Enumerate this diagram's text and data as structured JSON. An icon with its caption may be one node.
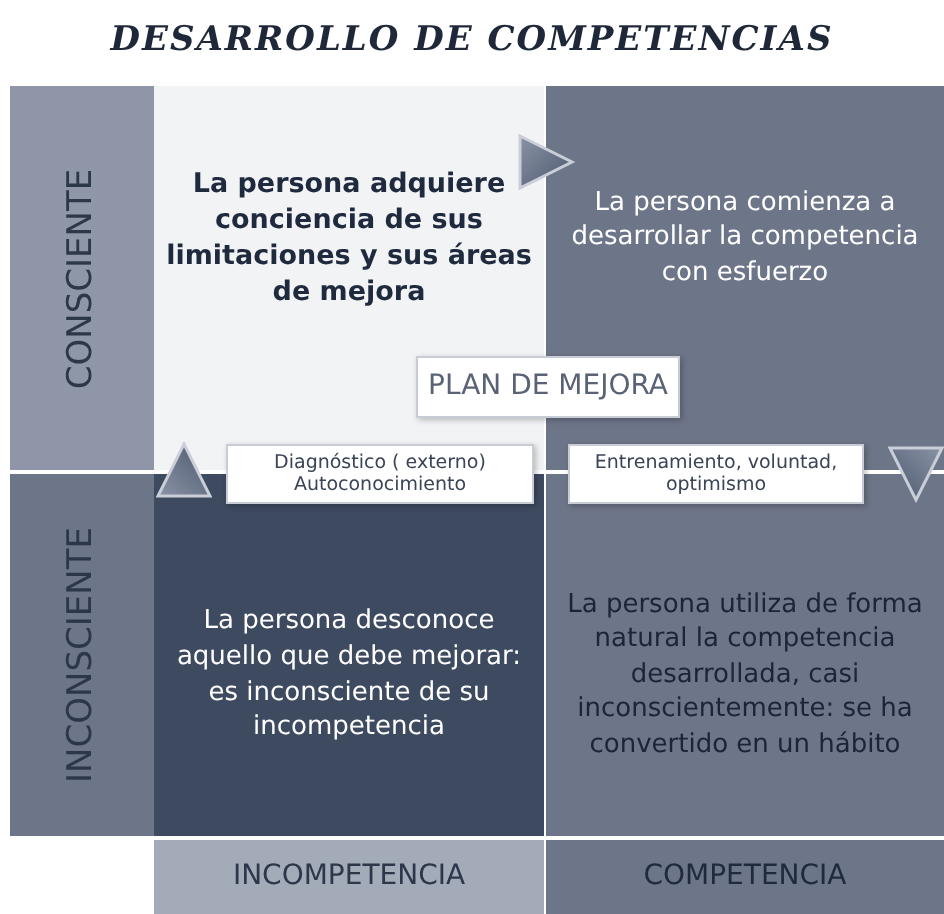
{
  "diagram": {
    "title": "DESARROLLO DE COMPETENCIAS",
    "nodes": [
      {
        "text": [
          "CONSCIENTE"
        ]
      },
      {
        "text": [
          "La persona adquiere conciencia de sus limitaciones y sus áreas de mejora"
        ]
      },
      {
        "text": [
          "La persona comienza a desarrollar la competencia con esfuerzo"
        ]
      },
      {
        "text": [
          "PLAN DE MEJORA"
        ]
      },
      {
        "text": [
          "Diagnóstico ( externo) Autoconocimiento"
        ]
      },
      {
        "text": [
          "Entrenamiento, voluntad, optimismo"
        ]
      },
      {
        "text": [
          "INCONSCIENTE"
        ]
      },
      {
        "text": [
          "La persona desconoce aquello que debe mejorar: es inconsciente de su incompetencia"
        ]
      },
      {
        "text": [
          "La persona utiliza de forma natural la competencia desarrollada, casi inconscientemente: se ha convertido en un hábito"
        ]
      },
      {
        "text": [
          "INCOMPETENCIA"
        ]
      },
      {
        "text": [
          "COMPETENCIA"
        ]
      }
    ],
    "edges": [
      {
        "from": 7,
        "to": 1,
        "arrow": "to"
      },
      {
        "from": 1,
        "to": 2,
        "arrow": "to"
      },
      {
        "from": 2,
        "to": 8,
        "arrow": "to"
      }
    ]
  }
}
